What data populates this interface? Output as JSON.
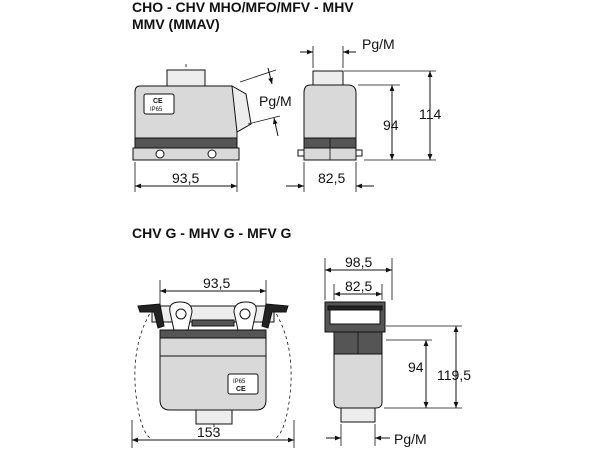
{
  "titles": {
    "top_line1": "CHO - CHV  MHO/MFO/MFV - MHV",
    "top_line2": "MMV (MMAV)",
    "bottom": "CHV G - MHV G - MFV G"
  },
  "top_dims": {
    "pg_side": "Pg/M",
    "width_front": "93,5",
    "pg_top": "Pg/M",
    "width_side": "82,5",
    "h_inner": "94",
    "h_total": "114"
  },
  "bottom_dims": {
    "width_top": "93,5",
    "width_lever": "153",
    "width_outer": "98,5",
    "width_inner": "82,5",
    "h_inner": "94",
    "h_total": "119,5",
    "pg_bottom": "Pg/M"
  },
  "housing_marks": {
    "rating": "IP65",
    "rating_rot": "IP65",
    "ce": "CE",
    "ce_rot": "CE"
  }
}
